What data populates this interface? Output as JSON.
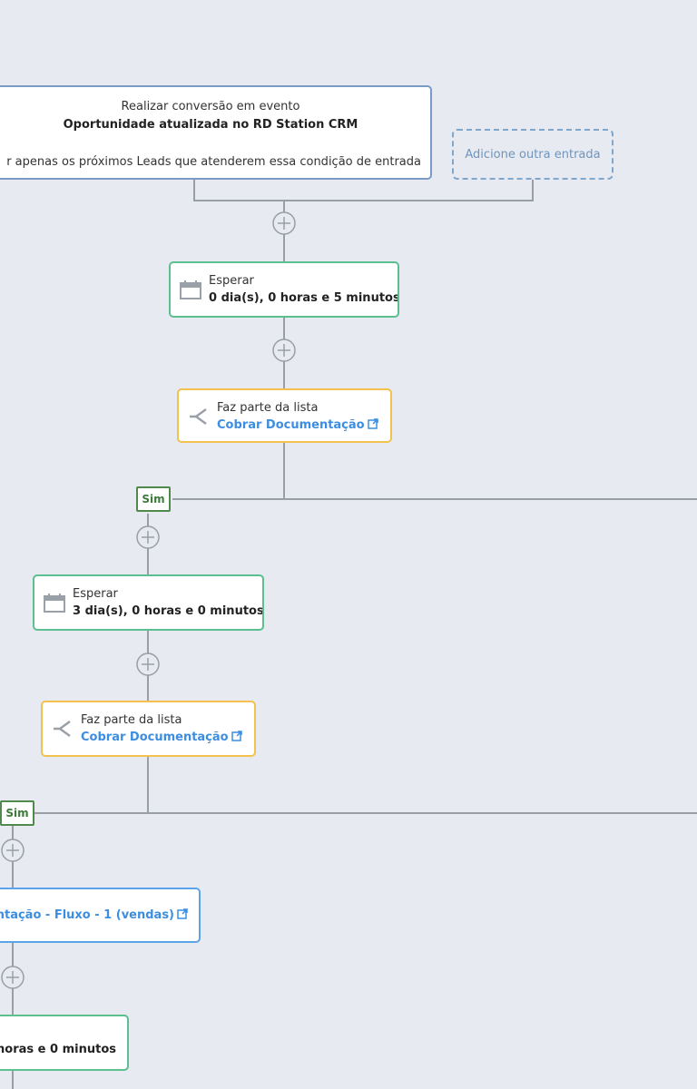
{
  "entry": {
    "line1": "Realizar conversão em evento",
    "line2": "Oportunidade atualizada no RD Station CRM",
    "line3": "r apenas os próximos Leads que atenderem essa condição de entrada"
  },
  "add_entry_label": "Adicione outra entrada",
  "wait1": {
    "label": "Esperar",
    "value": "0 dia(s), 0 horas e 5 minutos"
  },
  "cond1": {
    "label": "Faz parte da lista",
    "link": "Cobrar Documentação"
  },
  "branch1": {
    "label": "Sim"
  },
  "wait2": {
    "label": "Esperar",
    "value": "3 dia(s), 0 horas e 0 minutos"
  },
  "cond2": {
    "label": "Faz parte da lista",
    "link": "Cobrar Documentação"
  },
  "branch2": {
    "label": "Sim"
  },
  "action1": {
    "link": "entação - Fluxo - 1 (vendas)"
  },
  "wait3": {
    "value": "horas e 0 minutos"
  },
  "colors": {
    "background": "#e7eaf0",
    "entry_border": "#7a9cc4",
    "wait_border": "#5bbf8f",
    "condition_border": "#f2c14e",
    "action_border": "#5aa4ea",
    "link": "#3d8ee0",
    "branch_yes": "#4f8a4c",
    "connector": "#9a9ea5"
  },
  "icons": {
    "wait": "calendar-icon",
    "condition": "split-icon",
    "add": "plus-circle-icon",
    "external": "external-link-icon"
  }
}
